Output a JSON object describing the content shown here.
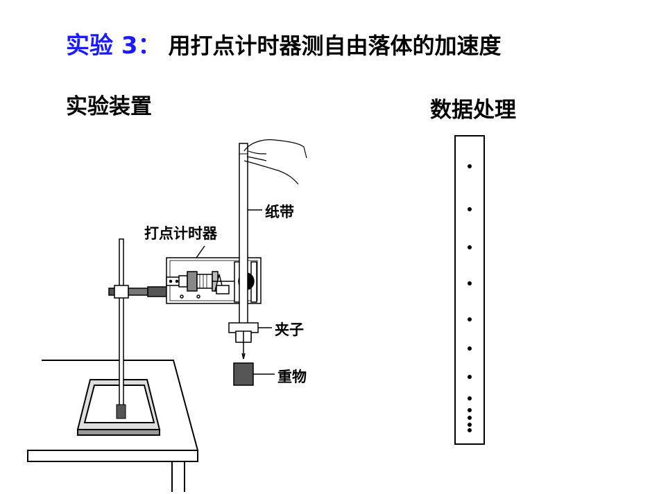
{
  "title": {
    "prefix": "实验 3：",
    "text": "用打点计时器测自由落体的加速度",
    "prefix_color": "#1a1aff"
  },
  "left_heading": "实验装置",
  "right_heading": "数据处理",
  "labels": {
    "timer": "打点计时器",
    "tape": "纸带",
    "clamp": "夹子",
    "weight": "重物"
  },
  "tape_dots": 12
}
